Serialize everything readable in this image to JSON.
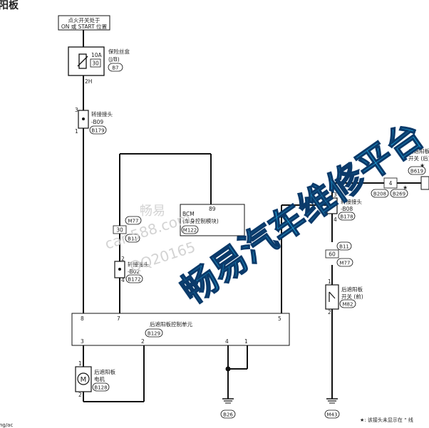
{
  "header": {
    "title_fragment": "阳板"
  },
  "footer": {
    "left_fragment": "ing/ac",
    "note": "★: 该接头未显示在 “ 线"
  },
  "watermark": {
    "big": "畅易汽车维修平台",
    "small_1": "畅易",
    "small_2": "car 588.com",
    "small_3": "QQ20165"
  },
  "components": {
    "ignition": {
      "line1": "点火开关处于",
      "line2": "ON 或 START 位置"
    },
    "fuse": {
      "amp": "10A",
      "num": "30",
      "label1": "保险丝盒",
      "label2": "(J/B)",
      "code": "B7",
      "pin_out": "2H"
    },
    "conn_b09": {
      "pin_top": "3",
      "pin_bottom": "1",
      "label1": "转接接头",
      "label2": "-B09",
      "code": "B179"
    },
    "bcm": {
      "pin": "89",
      "label1": "BCM",
      "label2": "(车身控制模块)",
      "code": "M122"
    },
    "conn_m77_left": {
      "top": "M77",
      "num": "30",
      "bottom": "B11"
    },
    "conn_b02": {
      "pin_top": "2",
      "pin_bottom": "4",
      "label1": "转接接头",
      "label2": "-B02",
      "code": "B172"
    },
    "control_unit": {
      "label": "后遮阳板控制单元",
      "code": "B129",
      "pin_8": "8",
      "pin_7": "7",
      "pin_5": "5",
      "pin_3": "3",
      "pin_2": "2",
      "pin_4": "4",
      "pin_1": "1"
    },
    "motor": {
      "pin_top": "1",
      "pin_bottom": "2",
      "label1": "后遮阳板",
      "label2": "电机",
      "code": "B128",
      "symbol": "M"
    },
    "ground_b26": {
      "code": "B26"
    },
    "ground_m43": {
      "code": "M43"
    },
    "switch_rear": {
      "label1": "后遮阳板",
      "label2": "开关 (后)",
      "star": "★",
      "code": "B619"
    },
    "conn_b208": {
      "num": "4",
      "code_left": "B208",
      "code_right": "B269",
      "star": "★"
    },
    "conn_b08": {
      "pin_top": "3",
      "pin_bottom": "4",
      "label1": "转接接头",
      "label2": "-B08",
      "code": "B178"
    },
    "conn_b11_right": {
      "top": "B11",
      "num": "60",
      "bottom": "M77"
    },
    "switch_front": {
      "pin_top": "1",
      "pin_bottom": "2",
      "label1": "后遮阳板",
      "label2": "开关 (前)",
      "code": "M82"
    }
  }
}
